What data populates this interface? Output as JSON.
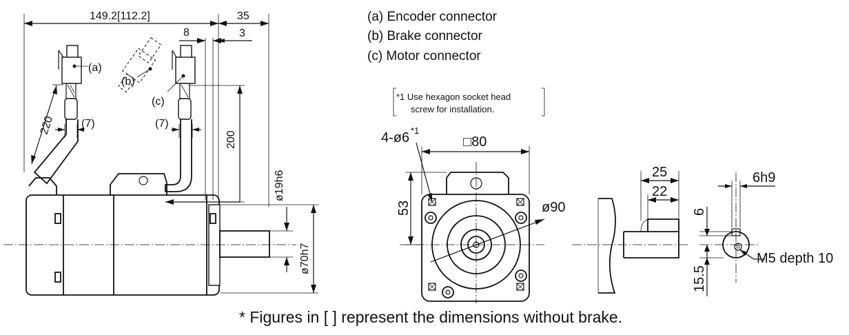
{
  "legend": {
    "a": "(a) Encoder connector",
    "b": "(b) Brake connector",
    "c": "(c) Motor connector"
  },
  "note": {
    "line1": "*1 Use hexagon socket head",
    "line2": "screw for installation."
  },
  "side_view": {
    "dim_total_length": "149.2[112.2]",
    "dim_35": "35",
    "dim_8": "8",
    "dim_3": "3",
    "dim_220": "220",
    "dim_200": "200",
    "dim_7_left": "(7)",
    "dim_7_right": "(7)",
    "label_a": "(a)",
    "label_b": "(b)",
    "label_c": "(c)",
    "dim_shaft_dia": "ø19h6",
    "dim_spigot_dia": "ø70h7"
  },
  "front_view": {
    "dim_mounting_holes": "4-ø6",
    "dim_mounting_holes_ref": "*1",
    "dim_square": "□80",
    "dim_53": "53",
    "dim_pcd": "ø90"
  },
  "shaft_detail": {
    "dim_25": "25",
    "dim_22": "22",
    "dim_key_width": "6h9",
    "dim_6": "6",
    "dim_15_5": "15.5",
    "tapped_hole": "M5 depth 10"
  },
  "footer": "* Figures in [  ] represent the dimensions without brake."
}
